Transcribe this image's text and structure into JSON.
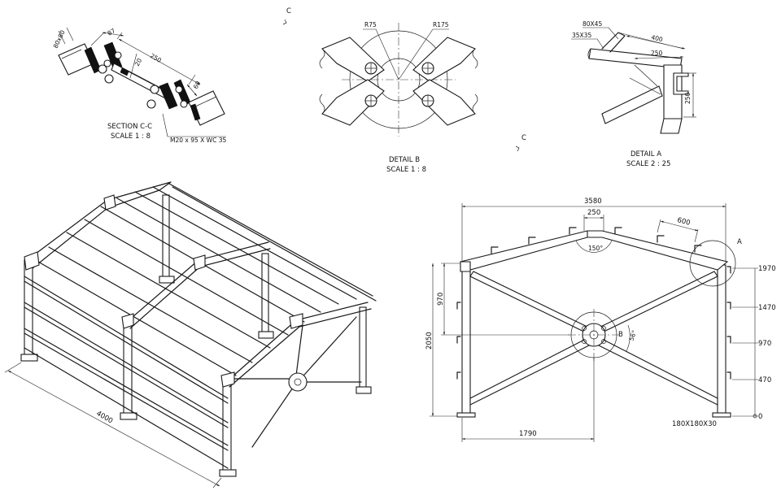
{
  "section_cc": {
    "title": "SECTION C-C",
    "scale": "SCALE 1 : 8",
    "dim_profile": "80x80",
    "dim_87": "87",
    "dim_250": "250",
    "dim_20": "20",
    "dim_60": "60",
    "bolt_note": "M20 x 95 X WC 35"
  },
  "section_marks": {
    "top": "C",
    "bottom": "C"
  },
  "detail_b": {
    "title": "DETAIL B",
    "scale": "SCALE 1 : 8",
    "r_inner": "R75",
    "r_outer": "R175"
  },
  "detail_a": {
    "title": "DETAIL A",
    "scale": "SCALE 2 : 25",
    "angle_profile": "80X45",
    "small_angle": "35X35",
    "dim_400": "400",
    "dim_250_h": "250",
    "dim_250_v": "250"
  },
  "isometric": {
    "length_dim": "4000"
  },
  "front_view": {
    "width_dim": "3580",
    "ridge_dim": "250",
    "purlin_spacing": "600",
    "apex_angle": "150°",
    "detail_a_label": "A",
    "detail_b_label": "B",
    "brace_angle": "56°",
    "dim_970_left": "970",
    "dim_2050": "2050",
    "dim_1790": "1790",
    "base_plate": "180X180X30",
    "level_1970": "1970",
    "level_1470": "1470",
    "level_970": "970",
    "level_470": "470",
    "level_0": "0"
  }
}
